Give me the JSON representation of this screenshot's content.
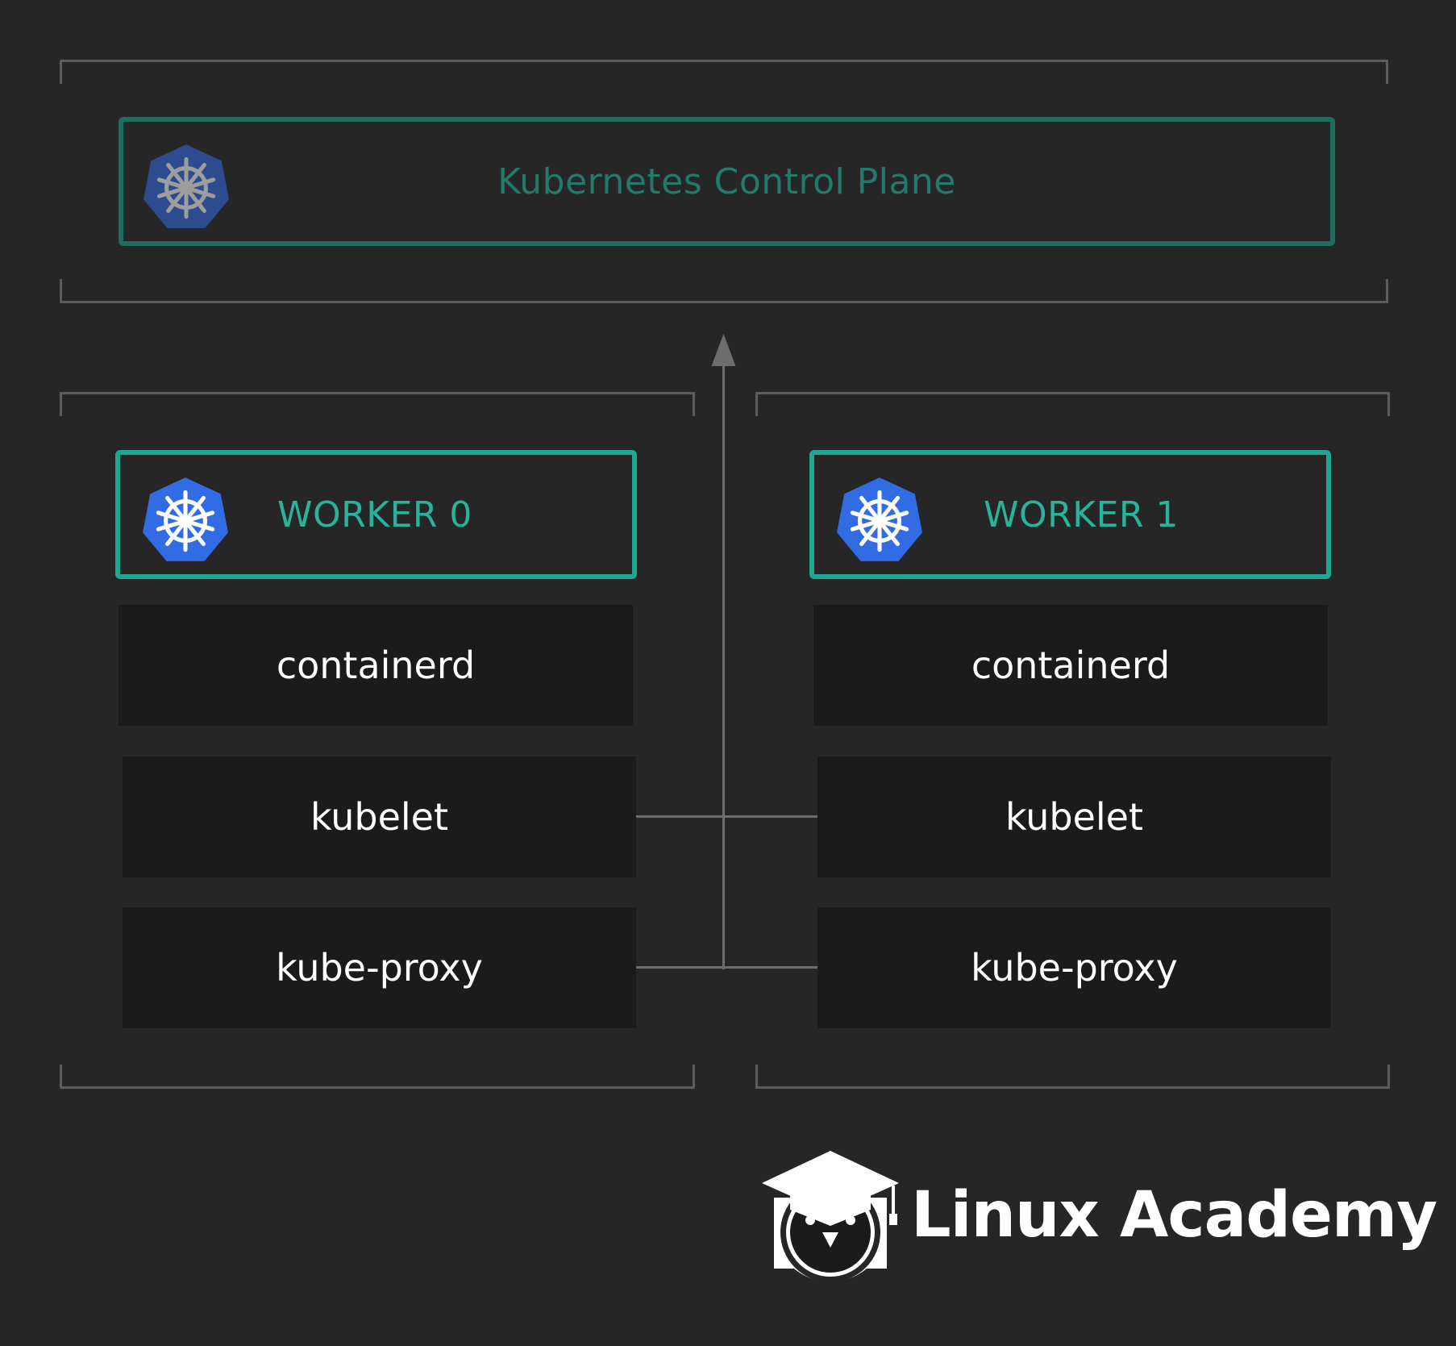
{
  "control_plane": {
    "title": "Kubernetes Control Plane",
    "icon": "kubernetes-helm-icon"
  },
  "workers": [
    {
      "title": "WORKER 0",
      "icon": "kubernetes-helm-icon",
      "components": [
        "containerd",
        "kubelet",
        "kube-proxy"
      ]
    },
    {
      "title": "WORKER 1",
      "icon": "kubernetes-helm-icon",
      "components": [
        "containerd",
        "kubelet",
        "kube-proxy"
      ]
    }
  ],
  "connections": [
    {
      "from": "kubelet",
      "to": "Kubernetes Control Plane"
    },
    {
      "from": "kube-proxy",
      "to": "Kubernetes Control Plane"
    }
  ],
  "branding": {
    "logo_text": "Linux Academy",
    "logo_icon": "owl-graduation-cap-icon"
  },
  "colors": {
    "background": "#262626",
    "accent_green": "#1fa88f",
    "k8s_blue": "#326ce5",
    "component_bg": "#1b1b1b"
  }
}
